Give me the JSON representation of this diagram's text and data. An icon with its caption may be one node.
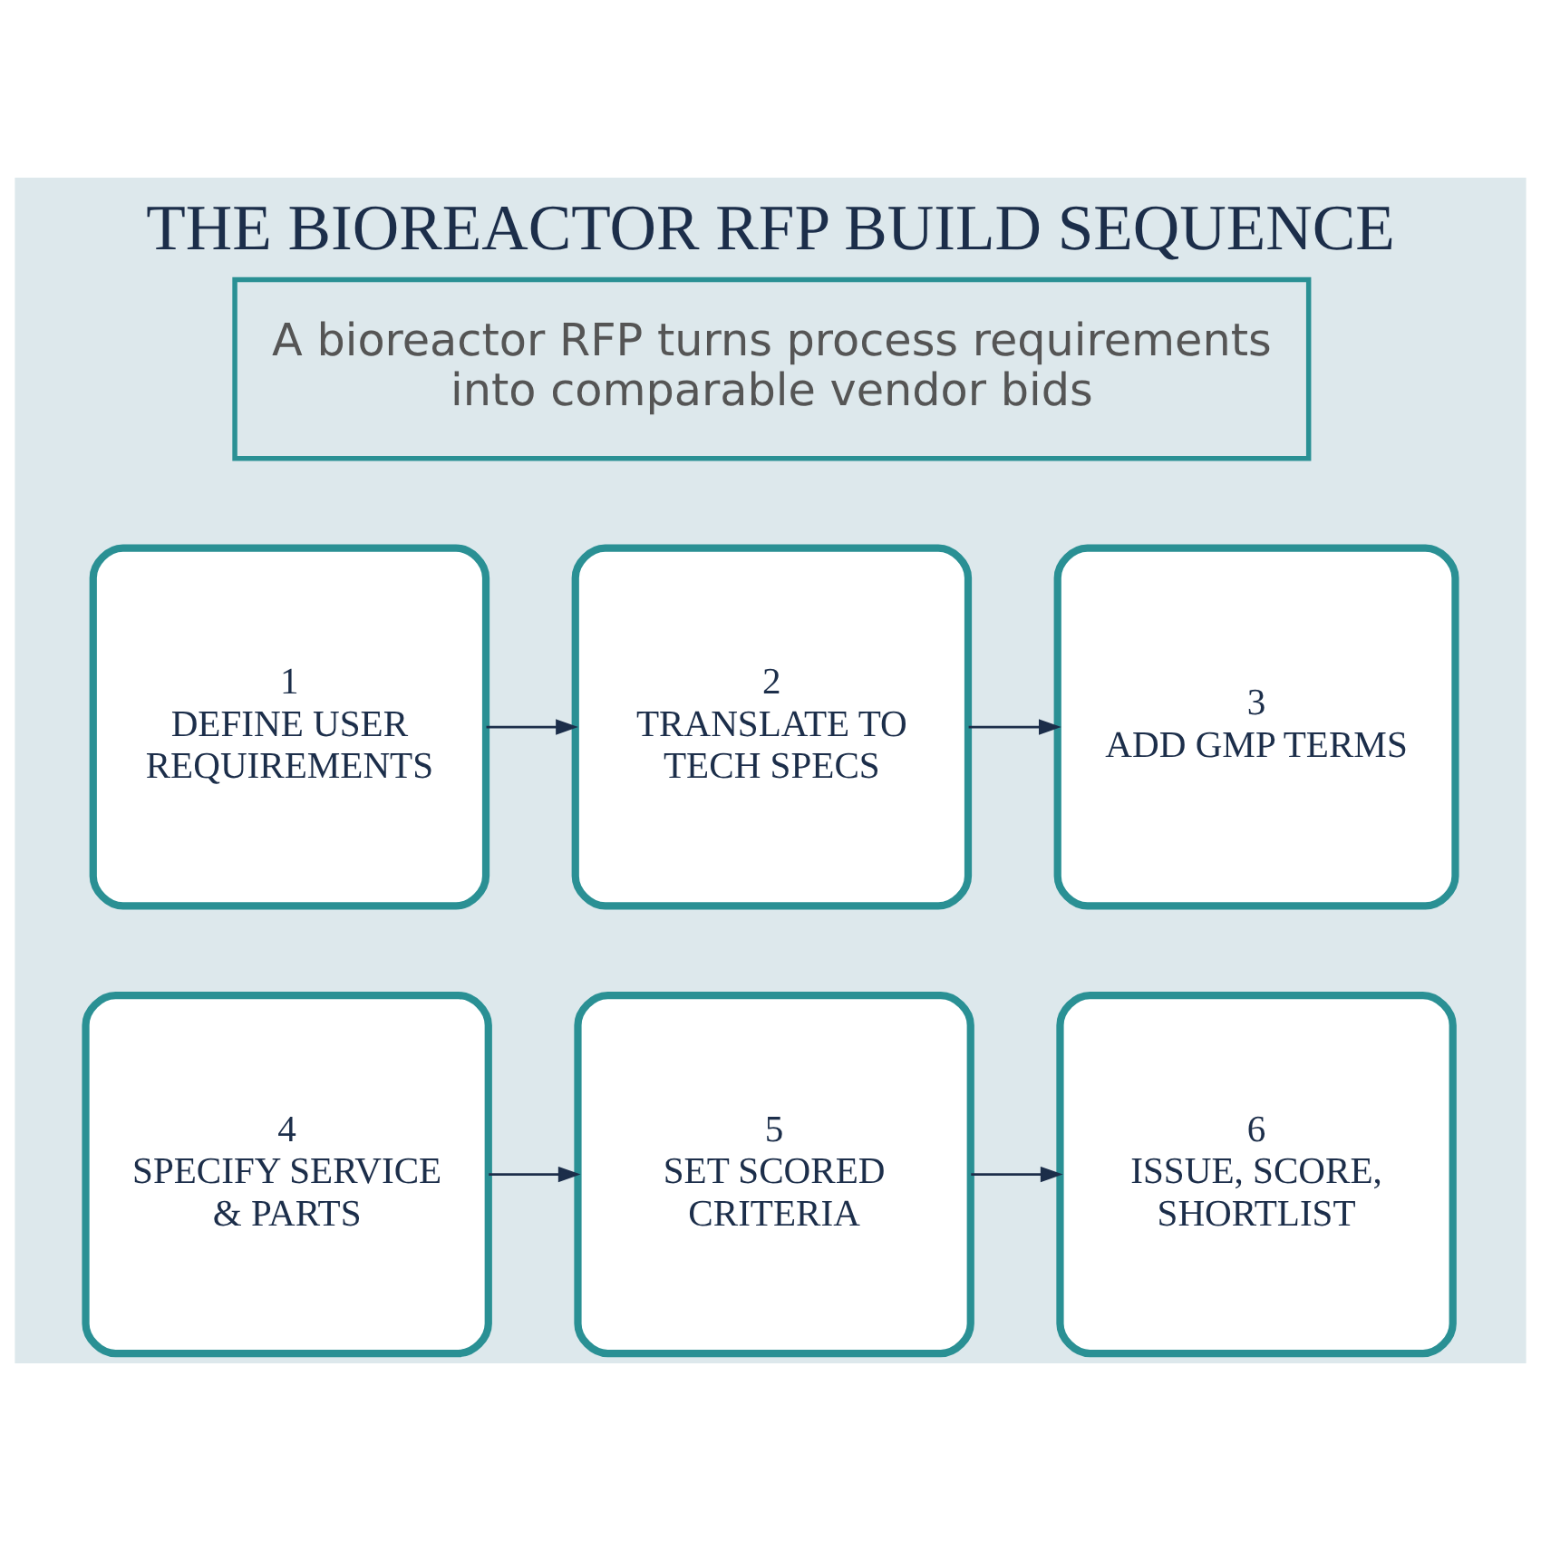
{
  "diagram": {
    "title": "THE BIOREACTOR RFP BUILD SEQUENCE",
    "nodes": [
      {
        "text": [
          "A bioreactor RFP turns process requirements into comparable vendor bids"
        ]
      },
      {
        "text": [
          "1",
          "DEFINE USER REQUIREMENTS"
        ]
      },
      {
        "text": [
          "2",
          "TRANSLATE TO TECH SPECS"
        ]
      },
      {
        "text": [
          "3",
          "ADD GMP TERMS"
        ]
      },
      {
        "text": [
          "4",
          "SPECIFY SERVICE & PARTS"
        ]
      },
      {
        "text": [
          "5",
          "SET SCORED CRITERIA"
        ]
      },
      {
        "text": [
          "6",
          "ISSUE, SCORE, SHORTLIST"
        ]
      }
    ],
    "edges": [
      {
        "from": 1,
        "to": 2,
        "arrow": "to"
      },
      {
        "from": 2,
        "to": 3,
        "arrow": "to"
      },
      {
        "from": 4,
        "to": 5,
        "arrow": "to"
      },
      {
        "from": 5,
        "to": 6,
        "arrow": "to"
      }
    ]
  }
}
